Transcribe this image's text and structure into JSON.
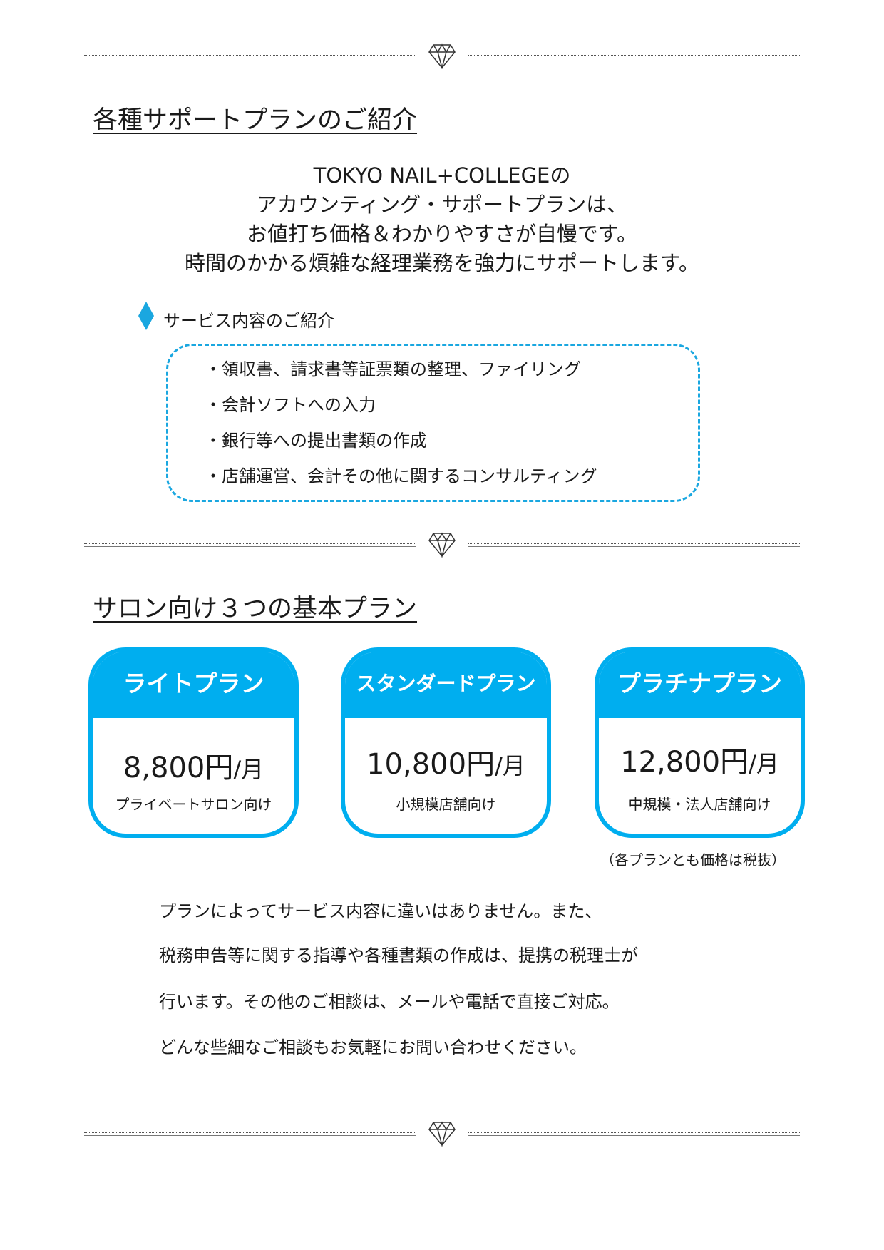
{
  "section1": {
    "heading": "各種サポートプランのご紹介",
    "intro": [
      "TOKYO NAIL+COLLEGEの",
      "アカウンティング・サポートプランは、",
      "お値打ち価格＆わかりやすさが自慢です。",
      "時間のかかる煩雑な経理業務を強力にサポートします。"
    ],
    "services_label": "サービス内容のご紹介",
    "services": [
      "・領収書、請求書等証票類の整理、ファイリング",
      "・会計ソフトへの入力",
      "・銀行等への提出書類の作成",
      "・店舗運営、会計その他に関するコンサルティング"
    ]
  },
  "section2": {
    "heading": "サロン向け３つの基本プラン",
    "plans": [
      {
        "name": "ライトプラン",
        "price": "8,800円",
        "unit": "/月",
        "target": "プライベートサロン向け"
      },
      {
        "name": "スタンダードプラン",
        "price": "10,800円",
        "unit": "/月",
        "target": "小規模店舗向け"
      },
      {
        "name": "プラチナプラン",
        "price": "12,800円",
        "unit": "/月",
        "target": "中規模・法人店舗向け"
      }
    ],
    "tax_note": "（各プランとも価格は税抜）",
    "paragraph": [
      "プランによってサービス内容に違いはありません。また、",
      "税務申告等に関する指導や各種書類の作成は、提携の税理士が",
      "行います。その他のご相談は、メールや電話で直接ご対応。",
      "どんな些細なご相談もお気軽にお問い合わせください。"
    ]
  },
  "colors": {
    "accent": "#00aeef",
    "dashed_border": "#1aa7e0"
  }
}
